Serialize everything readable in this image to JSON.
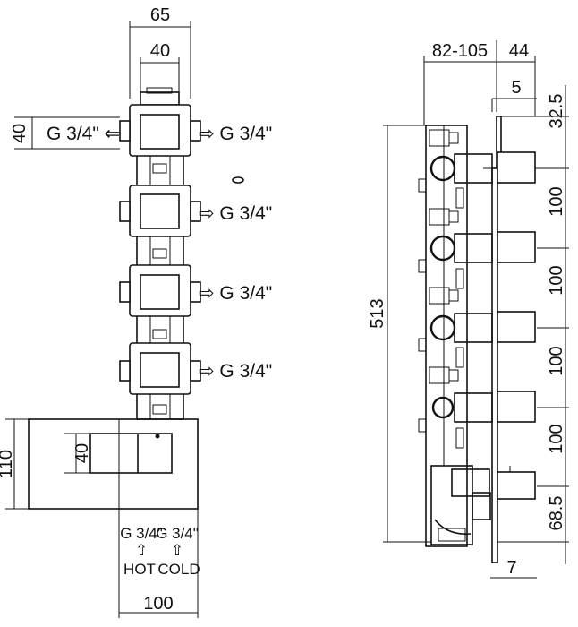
{
  "front_view": {
    "top_width_outer": "65",
    "top_width_inner": "40",
    "side_height": "40",
    "outlet_left": "G 3/4\" ⇐",
    "outlets_right": [
      "⇨ G 3/4\"",
      "⇨ G 3/4\"",
      "⇨ G 3/4\"",
      "⇨ G 3/4\""
    ],
    "bottom_height_outer": "110",
    "bottom_height_inner": "40",
    "inlet_hot_label": "G 3/4\"",
    "inlet_cold_label": "G 3/4\"",
    "inlet_arrow": "⇧",
    "hot_label": "HOT",
    "cold_label": "COLD",
    "bottom_width": "100"
  },
  "side_view": {
    "depth_range": "82-105",
    "plate_depth": "44",
    "plate_offset": "5",
    "total_height": "513",
    "segment_heights": [
      "32.5",
      "100",
      "100",
      "100",
      "100",
      "68.5"
    ],
    "plate_thickness": "7"
  }
}
